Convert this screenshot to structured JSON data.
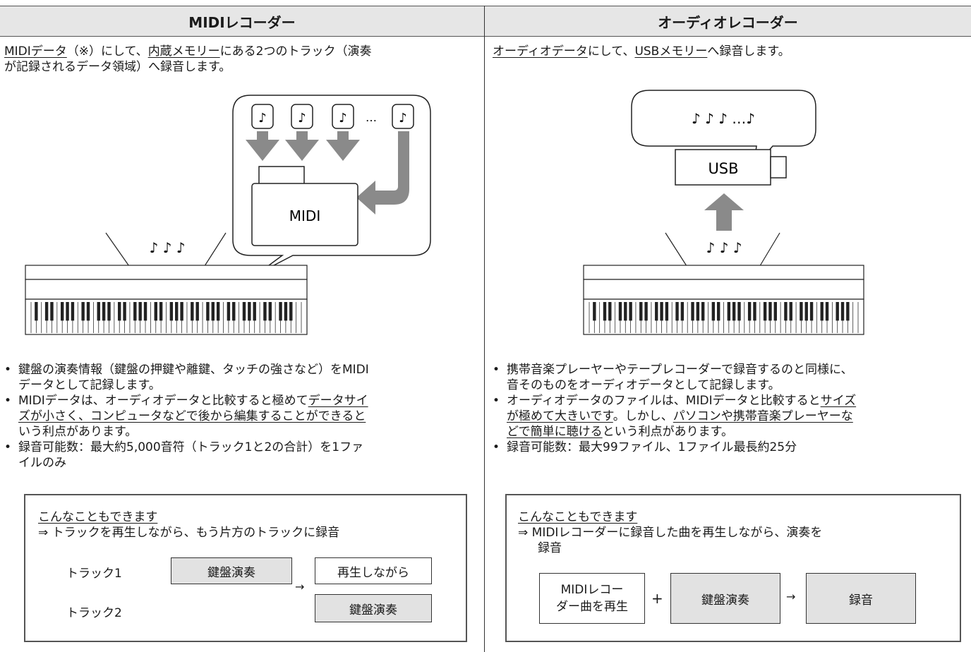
{
  "left": {
    "title": "MIDIレコーダー",
    "intro": {
      "a": "MIDIデータ",
      "b": "（※）にして、",
      "c": "内蔵メモリー",
      "d": "にある2つのトラック（演奏",
      "line2": "が記録されるデータ領域）へ録音します。"
    },
    "illustration": {
      "folder_label": "MIDI",
      "note_glyph": "♪",
      "notes_row": "♪ ♪ ♪",
      "ellipsis": "…"
    },
    "bullets": {
      "b1_l1": "鍵盤の演奏情報（鍵盤の押鍵や離鍵、タッチの強さなど）をMIDI",
      "b1_l2": "データとして記録します。",
      "b2_l1a": "MIDIデータは、オーディオデータと比較すると極めて",
      "b2_l1b": "データサイ",
      "b2_l2": "ズが小さく、コンピュータなどで後から編集することができると",
      "b2_l3": "いう利点があります。",
      "b3_l1": "録音可能数：最大約5,000音符（トラック1と2の合計）を1ファ",
      "b3_l2": "イルのみ"
    },
    "tip": {
      "title": "こんなこともできます",
      "desc": "⇒ トラックを再生しながら、もう片方のトラックに録音",
      "track1": "トラック1",
      "track2": "トラック2",
      "box_play": "鍵盤演奏",
      "box_replay": "再生しながら",
      "box_play2": "鍵盤演奏",
      "arrow": "→"
    }
  },
  "right": {
    "title": "オーディオレコーダー",
    "intro": {
      "a": "オーディオデータ",
      "b": "にして、",
      "c": "USBメモリー",
      "d": "へ録音します。"
    },
    "illustration": {
      "usb_label": "USB",
      "notes_bubble": "♪ ♪ ♪ …♪",
      "notes_row": "♪ ♪ ♪"
    },
    "bullets": {
      "b1_l1": "携帯音楽プレーヤーやテープレコーダーで録音するのと同様に、",
      "b1_l2": "音そのものをオーディオデータとして記録します。",
      "b2_l1a": "オーディオデータのファイルは、MIDIデータと比較すると",
      "b2_l1b": "サイズ",
      "b2_l2a": "が極めて大きいです",
      "b2_l2b": "。しかし、",
      "b2_l2c": "パソコンや携帯音楽プレーヤーな",
      "b2_l3a": "どで簡単に聴ける",
      "b2_l3b": "という利点があります。",
      "b3_l1": "録音可能数：最大99ファイル、1ファイル最長約25分"
    },
    "tip": {
      "title": "こんなこともできます",
      "desc_l1": "⇒ MIDIレコーダーに録音した曲を再生しながら、演奏を",
      "desc_l2": "録音",
      "box_midi_l1": "MIDIレコー",
      "box_midi_l2": "ダー曲を再生",
      "plus": "+",
      "box_play": "鍵盤演奏",
      "arrow": "→",
      "box_rec": "録音"
    }
  },
  "colors": {
    "header_bg": "#e6e6e6",
    "arrow_grey": "#8a8a8a",
    "box_grey": "#e2e2e2"
  }
}
